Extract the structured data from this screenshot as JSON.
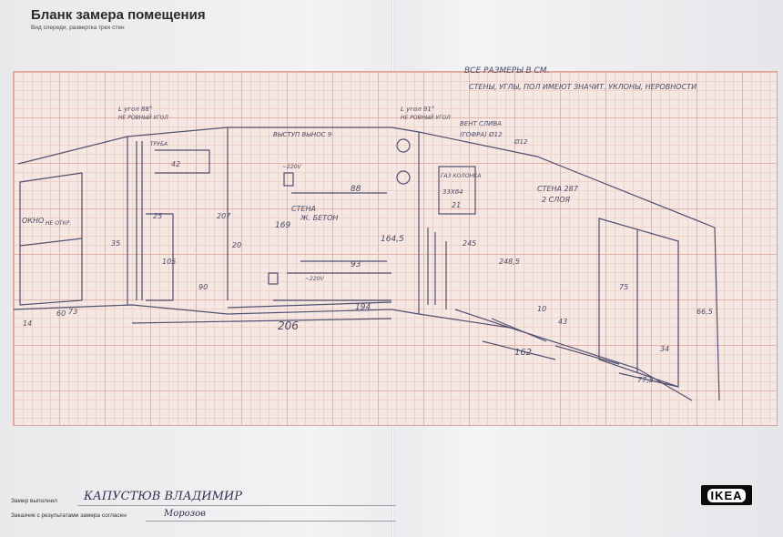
{
  "header": {
    "title": "Бланк замера помещения",
    "subtitle": "Вид спереди, развертка трех стен"
  },
  "notes": {
    "top": "ВСЕ РАЗМЕРЫ В СМ.",
    "top2": "СТЕНЫ, УГЛЫ, ПОЛ ИМЕЮТ ЗНАЧИТ. УКЛОНЫ, НЕРОВНОСТИ",
    "corner_left": "L угол 88°",
    "corner_left2": "НЕ РОВНЫЙ УГОЛ",
    "corner_right": "L угол 91°",
    "corner_right2": "НЕ РОВНЫЙ УГОЛ",
    "ceiling": "ВЫСТУП ВЫНОС 9",
    "vent_sliv": "ВЕНТ СЛИВА",
    "vent_sliv2": "(ГОФРА) Ø12",
    "wall_center": "СТЕНА",
    "wall_center2": "Ж. БЕТОН",
    "wall_right": "СТЕНА 287",
    "wall_right2": "2 СЛОЯ",
    "window": "ОКНО",
    "window2": "НЕ ОТКР.",
    "tube_left": "ТРУБА",
    "socket": "~220V",
    "socket2": "~220V",
    "gas": "ГАЗ КОЛОНКА",
    "gas2": "33Х64",
    "gas3": "21"
  },
  "dims": {
    "d206": "206",
    "d194": "194",
    "d93": "93",
    "d88": "88",
    "d169": "169",
    "d164": "164,5",
    "d162": "162",
    "d90": "90",
    "d42": "42",
    "d25": "25",
    "d105": "105",
    "d207": "207",
    "d75": "75",
    "d66": "66,5",
    "d34": "34",
    "d775": "77,5",
    "d60": "60",
    "d14": "14",
    "d73": "73",
    "d248": "248,5",
    "d35": "35",
    "d20": "20",
    "d245": "245",
    "d12": "Ø12",
    "d43": "43",
    "d10": "10"
  },
  "footer": {
    "measured_label": "Замер выполнил",
    "measured_value": "КАПУСТЮВ ВЛАДИМИР",
    "agree_label": "Заказчик с результатами замера согласен",
    "agree_value": "Морозов",
    "logo": "IKEA"
  },
  "colors": {
    "grid_bg": "#f7e7e2",
    "ink": "#4a4a66",
    "logo_bg": "#0a0a0a"
  }
}
